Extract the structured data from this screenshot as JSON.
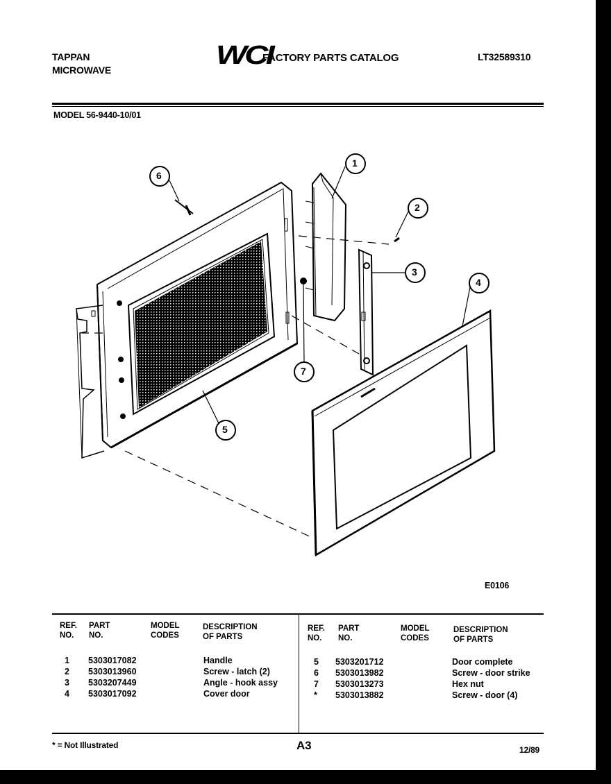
{
  "header": {
    "brand_line1": "TAPPAN",
    "brand_line2": "MICROWAVE",
    "logo": "WCI",
    "catalog_title": "FACTORY PARTS CATALOG",
    "catalog_number": "LT32589310",
    "model": "MODEL 56-9440-10/01"
  },
  "diagram": {
    "callouts": [
      "1",
      "2",
      "3",
      "4",
      "5",
      "6",
      "7"
    ],
    "figure_code": "E0106"
  },
  "table": {
    "headers": {
      "ref": "REF.\nNO.",
      "part": "PART\nNO.",
      "model": "MODEL\nCODES",
      "desc": "DESCRIPTION\nOF PARTS"
    },
    "left_rows": [
      {
        "ref": "1",
        "part": "5303017082",
        "desc": "Handle"
      },
      {
        "ref": "2",
        "part": "5303013960",
        "desc": "Screw - latch (2)"
      },
      {
        "ref": "3",
        "part": "5303207449",
        "desc": "Angle - hook assy"
      },
      {
        "ref": "4",
        "part": "5303017092",
        "desc": "Cover door"
      }
    ],
    "right_rows": [
      {
        "ref": "5",
        "part": "5303201712",
        "desc": "Door complete"
      },
      {
        "ref": "6",
        "part": "5303013982",
        "desc": "Screw - door strike"
      },
      {
        "ref": "7",
        "part": "5303013273",
        "desc": "Hex nut"
      },
      {
        "ref": "*",
        "part": "5303013882",
        "desc": "Screw - door (4)"
      }
    ]
  },
  "footer": {
    "note": "* = Not Illustrated",
    "page": "A3",
    "date": "12/89"
  }
}
